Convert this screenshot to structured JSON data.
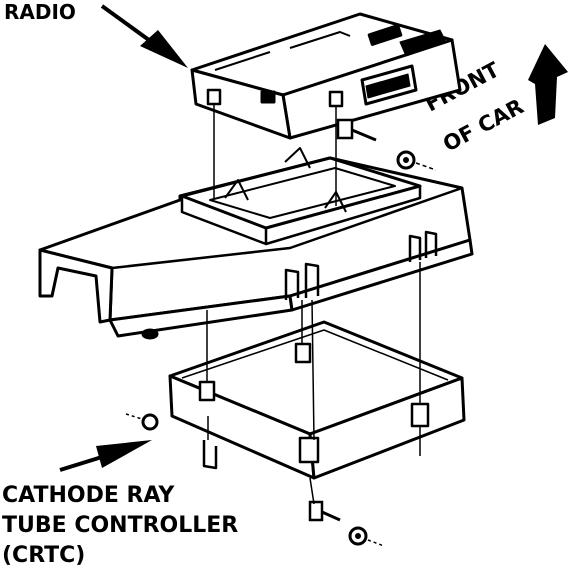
{
  "labels": {
    "radio": "RADIO",
    "front_line1": "FRONT",
    "front_line2": "OF CAR",
    "crtc_line1": "CATHODE RAY",
    "crtc_line2": "TUBE CONTROLLER",
    "crtc_line3": "(CRTC)"
  },
  "colors": {
    "ink": "#000000",
    "paper": "#ffffff"
  },
  "icons": {
    "radio_pointer": "arrow-right-down-icon",
    "front_indicator": "arrow-up-right-icon",
    "crtc_pointer": "arrow-up-right-icon"
  }
}
